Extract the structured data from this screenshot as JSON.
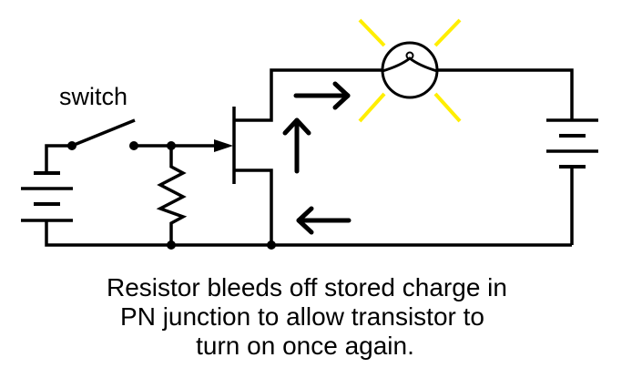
{
  "labels": {
    "switch": "switch"
  },
  "caption": [
    "Resistor bleeds off stored charge in",
    "PN junction to allow transistor to",
    "turn on once again."
  ],
  "colors": {
    "wire": "#000000",
    "light_rays": "#ffee00"
  },
  "components": [
    "battery",
    "switch",
    "resistor",
    "jfet-transistor",
    "lamp",
    "battery",
    "current-arrows"
  ]
}
